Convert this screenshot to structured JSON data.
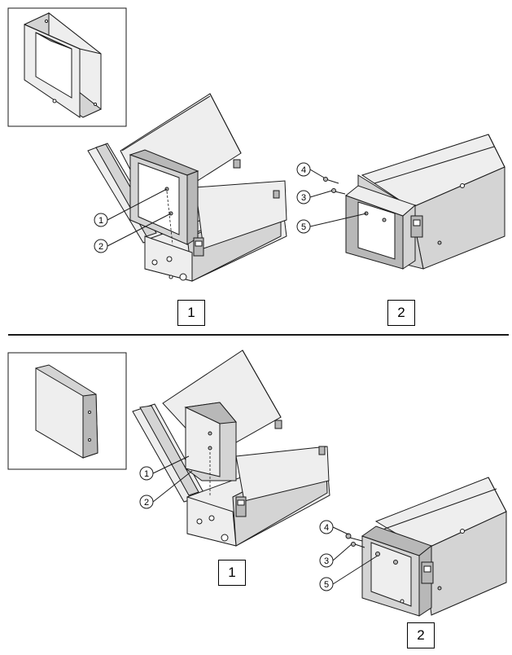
{
  "top_section": {
    "steps": [
      {
        "label": "1"
      },
      {
        "label": "2"
      }
    ],
    "callouts": [
      {
        "label": "1"
      },
      {
        "label": "2"
      },
      {
        "label": "4"
      },
      {
        "label": "3"
      },
      {
        "label": "5"
      }
    ]
  },
  "bottom_section": {
    "steps": [
      {
        "label": "1"
      },
      {
        "label": "2"
      }
    ],
    "callouts": [
      {
        "label": "1"
      },
      {
        "label": "2"
      },
      {
        "label": "4"
      },
      {
        "label": "3"
      },
      {
        "label": "5"
      }
    ]
  },
  "colors": {
    "line": "#1a1a1a",
    "fill_light": "#eeeeee",
    "fill_mid": "#d4d4d4",
    "fill_dark": "#b8b8b8"
  }
}
